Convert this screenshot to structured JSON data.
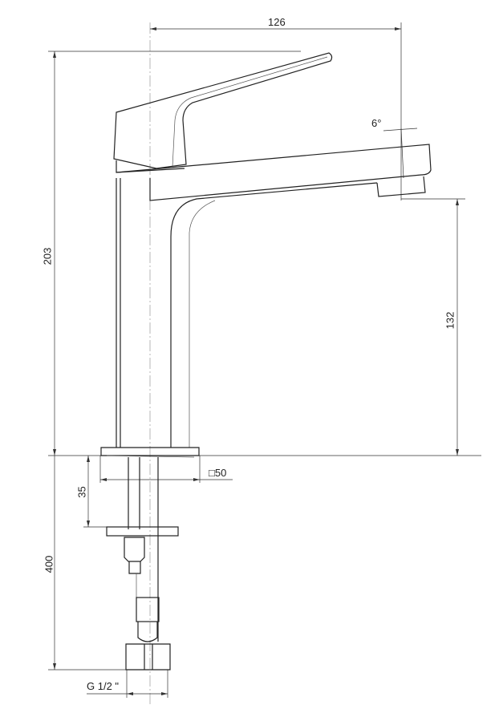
{
  "dimensions": {
    "spout_reach": "126",
    "total_height": "203",
    "spout_height": "132",
    "spout_angle": "6°",
    "base_size": "□50",
    "mount_depth": "35",
    "hose_length": "400",
    "connection": "G 1/2 \""
  }
}
